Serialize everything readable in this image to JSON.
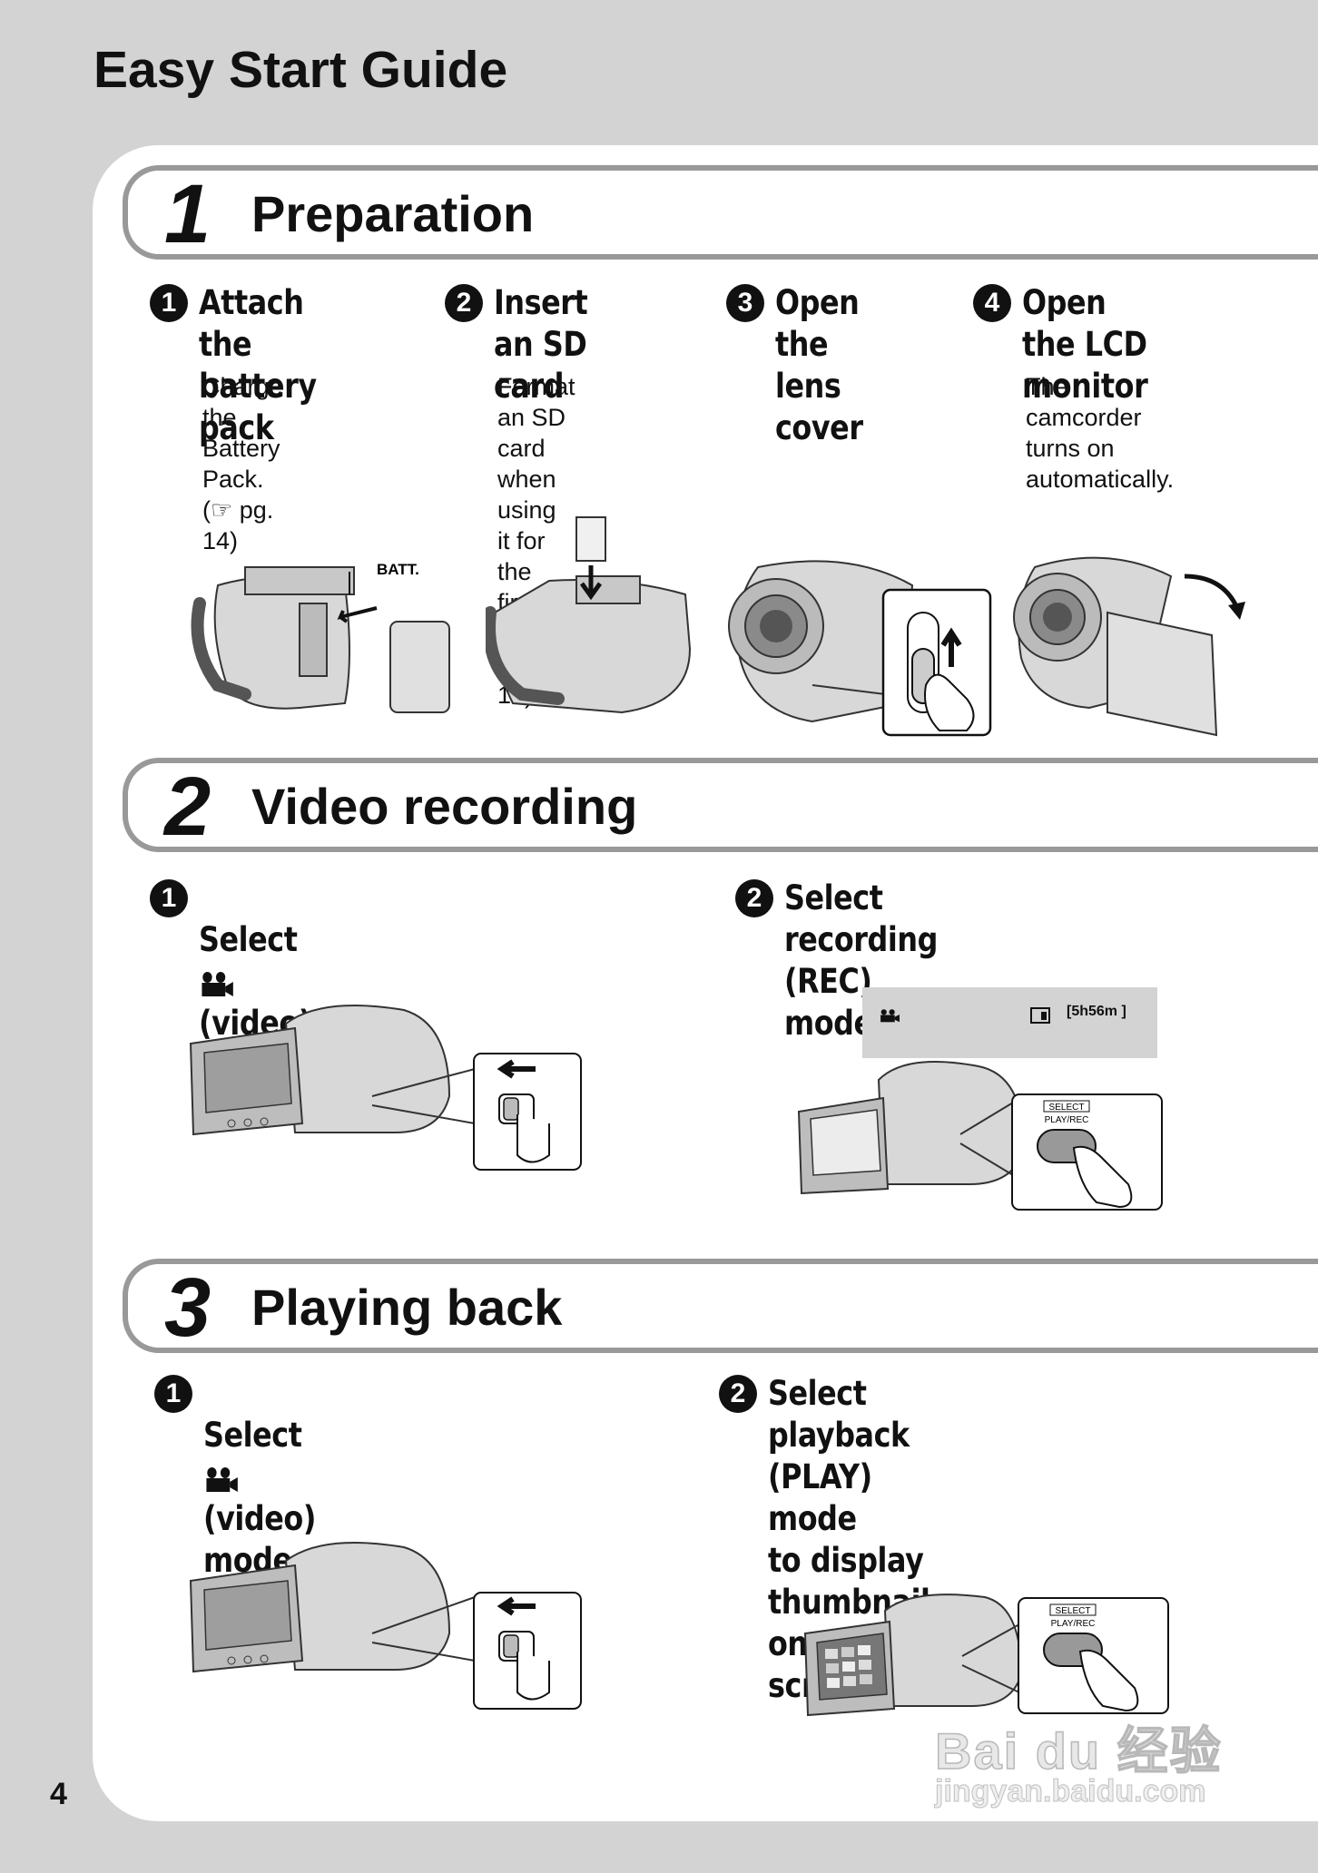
{
  "page": {
    "title": "Easy Start Guide",
    "number": "4"
  },
  "sections": [
    {
      "number": "1",
      "title": "Preparation",
      "steps": [
        {
          "badge": "1",
          "title": "Attach the\nbattery pack",
          "desc": "Charge the Battery\nPack. (☞ pg. 14)",
          "label": "BATT."
        },
        {
          "badge": "2",
          "title": "Insert an SD\ncard",
          "desc": "Format an SD\ncard when using\nit for the first time.\n(☞ pg. 15)"
        },
        {
          "badge": "3",
          "title": "Open the\nlens cover",
          "desc": ""
        },
        {
          "badge": "4",
          "title": "Open the LCD\nmonitor",
          "desc": "The camcorder\nturns on\nautomatically."
        }
      ]
    },
    {
      "number": "2",
      "title": "Video recording",
      "steps": [
        {
          "badge": "1",
          "title_before": "Select ",
          "title_after": " (video) mode",
          "icon": "video-camera-icon"
        },
        {
          "badge": "2",
          "title": "Select recording (REC) mode",
          "screen_text": "[5h56m  ]",
          "button_label": "SELECT",
          "button_sub": "PLAY/REC"
        }
      ]
    },
    {
      "number": "3",
      "title": "Playing back",
      "steps": [
        {
          "badge": "1",
          "title_before": "Select ",
          "title_after": " (video) mode",
          "icon": "video-camera-icon"
        },
        {
          "badge": "2",
          "title": "Select playback (PLAY) mode\nto display thumbnails on the\nscreen",
          "button_label": "SELECT",
          "button_sub": "PLAY/REC"
        }
      ]
    }
  ],
  "watermark": {
    "main": "Bai du 经验",
    "sub": "jingyan.baidu.com"
  },
  "colors": {
    "background": "#d3d3d3",
    "panel": "#ffffff",
    "band_border": "#999999",
    "ink": "#111111"
  }
}
